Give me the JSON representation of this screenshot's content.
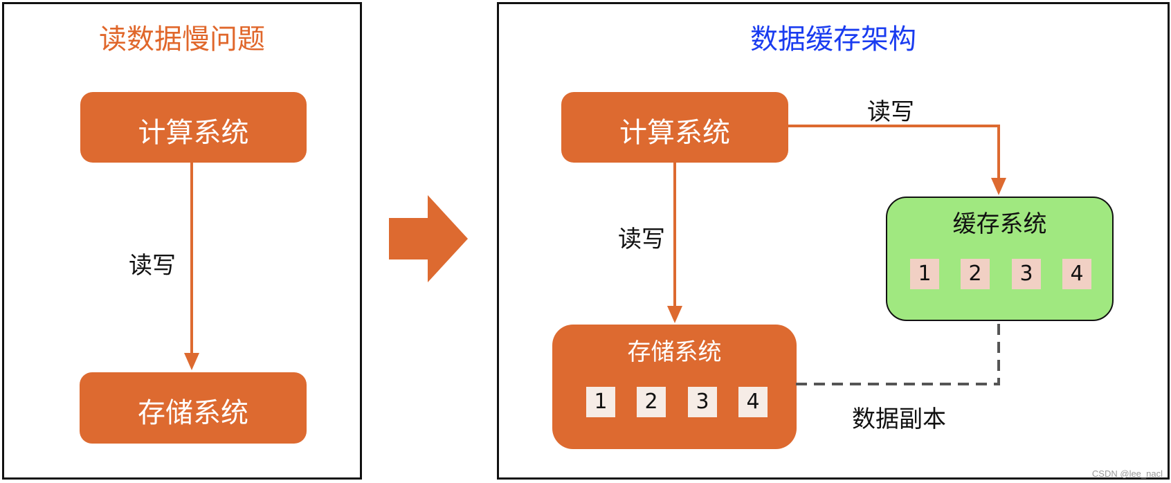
{
  "colors": {
    "accent_orange": "#dd6a30",
    "cache_green": "#a0e880",
    "left_title": "#e0672b",
    "right_title": "#1a3cf0",
    "cell_bg_storage": "#f6ece6",
    "cell_bg_cache": "#f1d0c4",
    "dashed_line": "#555555"
  },
  "left_panel": {
    "title": "读数据慢问题",
    "compute_label": "计算系统",
    "storage_label": "存储系统",
    "edge_label": "读写"
  },
  "transition_arrow": {
    "icon": "right-arrow-icon"
  },
  "right_panel": {
    "title": "数据缓存架构",
    "compute_label": "计算系统",
    "storage_label": "存储系统",
    "cache_label": "缓存系统",
    "edge_compute_cache": "读写",
    "edge_compute_storage": "读写",
    "edge_replica": "数据副本",
    "storage_cells": [
      "1",
      "2",
      "3",
      "4"
    ],
    "cache_cells": [
      "1",
      "2",
      "3",
      "4"
    ]
  },
  "watermark": "CSDN @lee_nacl"
}
